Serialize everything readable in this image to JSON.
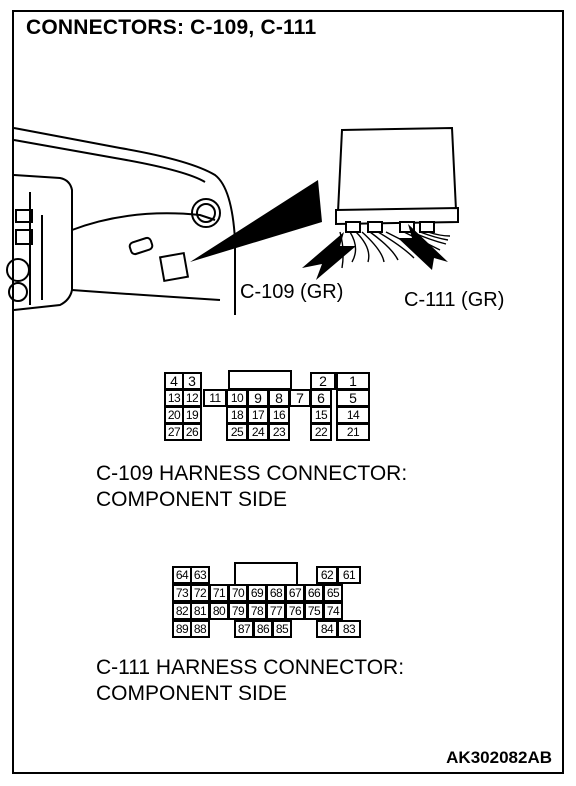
{
  "title": "CONNECTORS: C-109, C-111",
  "callouts": {
    "c109": "C-109 (GR)",
    "c111": "C-111 (GR)"
  },
  "connector_c109": {
    "caption_line1": "C-109 HARNESS CONNECTOR:",
    "caption_line2": "COMPONENT SIDE",
    "pins": [
      "1",
      "2",
      "3",
      "4",
      "5",
      "6",
      "7",
      "8",
      "9",
      "10",
      "11",
      "12",
      "13",
      "14",
      "15",
      "16",
      "17",
      "18",
      "19",
      "20",
      "21",
      "22",
      "23",
      "24",
      "25",
      "26",
      "27"
    ]
  },
  "connector_c111": {
    "caption_line1": "C-111 HARNESS CONNECTOR:",
    "caption_line2": "COMPONENT SIDE",
    "pins": [
      "61",
      "62",
      "63",
      "64",
      "65",
      "66",
      "67",
      "68",
      "69",
      "70",
      "71",
      "72",
      "73",
      "74",
      "75",
      "76",
      "77",
      "78",
      "79",
      "80",
      "81",
      "82",
      "83",
      "84",
      "85",
      "86",
      "87",
      "88",
      "89"
    ]
  },
  "figure_code": "AK302082AB"
}
